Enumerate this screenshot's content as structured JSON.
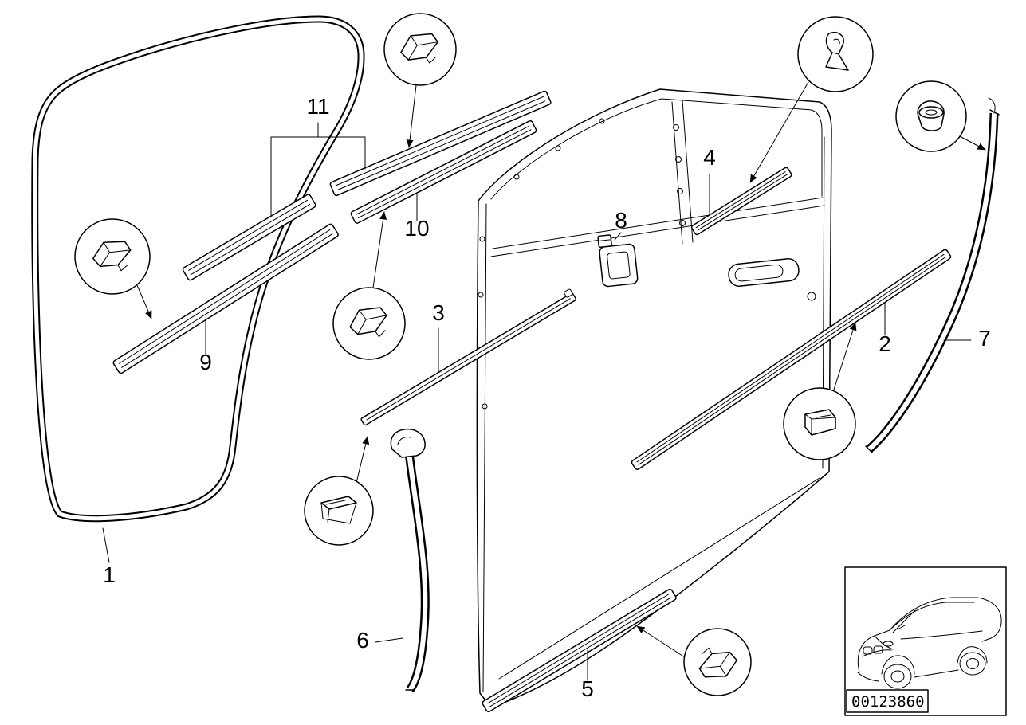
{
  "diagram": {
    "labels": [
      {
        "text": "1"
      },
      {
        "text": "2"
      },
      {
        "text": "3"
      },
      {
        "text": "4"
      },
      {
        "text": "5"
      },
      {
        "text": "6"
      },
      {
        "text": "7"
      },
      {
        "text": "8"
      },
      {
        "text": "9"
      },
      {
        "text": "10"
      },
      {
        "text": "11"
      }
    ],
    "part_code": "00123860",
    "colors": {
      "line": "#000000",
      "background": "#ffffff"
    },
    "callouts": [
      {
        "name": "wedge-clip-left"
      },
      {
        "name": "wedge-clip-top"
      },
      {
        "name": "wedge-clip-mid"
      },
      {
        "name": "u-channel-clip"
      },
      {
        "name": "tab-clip-top-right"
      },
      {
        "name": "grommet-cap-clip"
      },
      {
        "name": "box-clip-right"
      },
      {
        "name": "wedge-clip-bottom"
      }
    ]
  }
}
